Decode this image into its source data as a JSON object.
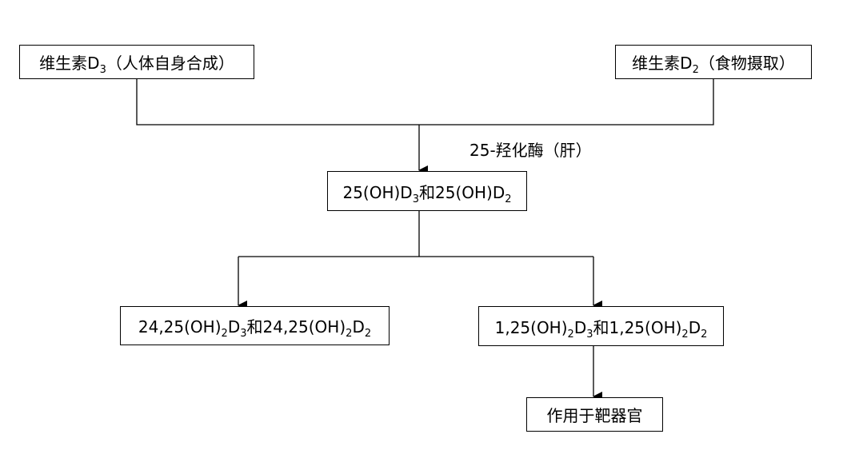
{
  "nodes": {
    "vitd3": {
      "main": "维生素D",
      "sub": "3",
      "suffix": "（人体自身合成）"
    },
    "vitd2": {
      "main": "维生素D",
      "sub": "2",
      "suffix": "（食物摄取）"
    },
    "hydroxy": {
      "a": "25(OH)D",
      "a_sub": "3",
      "mid": "和25(OH)D",
      "b_sub": "2"
    },
    "left": {
      "a": "24,25(OH)",
      "s1": "2",
      "b": "D",
      "s2": "3",
      "c": "和24,25(OH)",
      "s3": "2",
      "d": "D",
      "s4": "2"
    },
    "right": {
      "a": "1,25(OH)",
      "s1": "2",
      "b": "D",
      "s2": "3",
      "c": "和1,25(OH)",
      "s3": "2",
      "d": "D",
      "s4": "2"
    },
    "target": {
      "text": "作用于靶器官"
    }
  },
  "edge_labels": {
    "enzyme": "25-羟化酶（肝）"
  }
}
